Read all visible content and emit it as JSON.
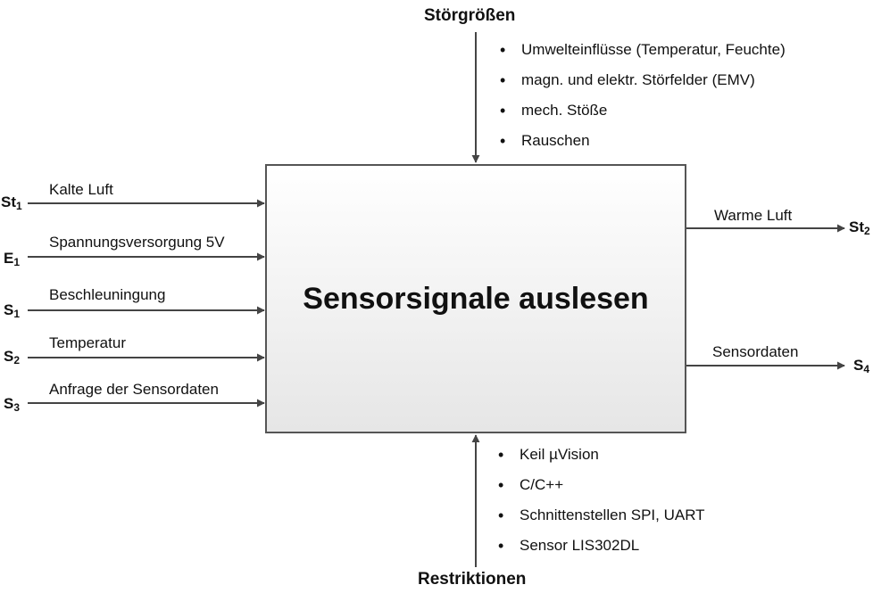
{
  "disturbances": {
    "title": "Störgrößen",
    "items": [
      "Umwelteinflüsse (Temperatur, Feuchte)",
      "magn. und elektr. Störfelder (EMV)",
      "mech. Stöße",
      "Rauschen"
    ]
  },
  "restrictions": {
    "title": "Restriktionen",
    "items": [
      "Keil µVision",
      "C/C++",
      "Schnittenstellen SPI, UART",
      "Sensor LIS302DL"
    ]
  },
  "process": {
    "title": "Sensorsignale auslesen"
  },
  "inputs": [
    {
      "symbol": "St",
      "sub": "1",
      "label": "Kalte Luft"
    },
    {
      "symbol": "E",
      "sub": "1",
      "label": "Spannungsversorgung 5V"
    },
    {
      "symbol": "S",
      "sub": "1",
      "label": "Beschleuningung"
    },
    {
      "symbol": "S",
      "sub": "2",
      "label": "Temperatur"
    },
    {
      "symbol": "S",
      "sub": "3",
      "label": "Anfrage der Sensordaten"
    }
  ],
  "outputs": [
    {
      "symbol": "St",
      "sub": "2",
      "label": "Warme Luft"
    },
    {
      "symbol": "S",
      "sub": "4",
      "label": "Sensordaten"
    }
  ],
  "colors": {
    "line": "#444444",
    "box_border": "#555555"
  }
}
